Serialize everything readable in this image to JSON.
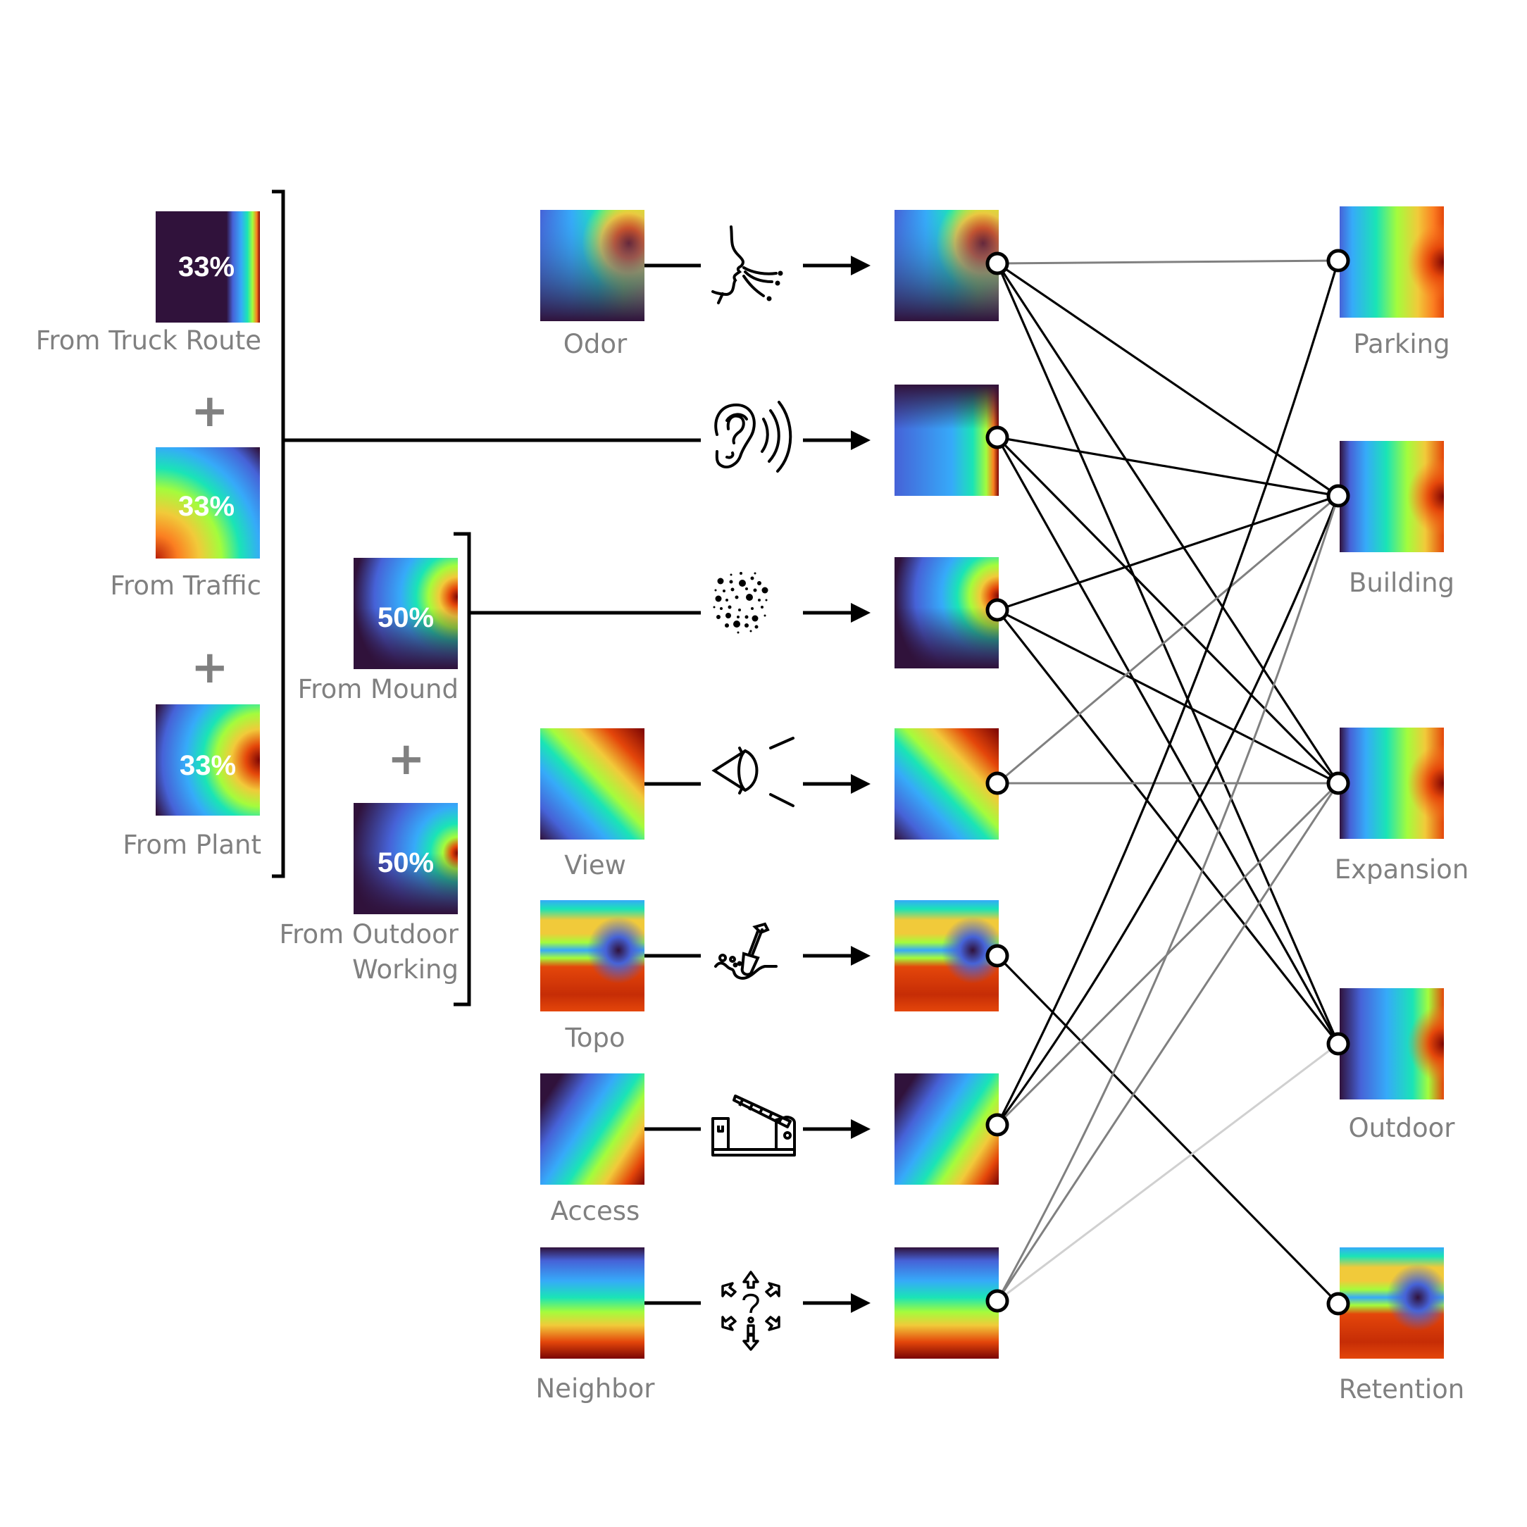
{
  "colors": {
    "line_dark": "#000000",
    "line_mid": "#808080",
    "line_light": "#d0d0d0",
    "label": "#808080"
  },
  "sources": {
    "noise_group": [
      {
        "id": "truck_route",
        "label": "From Truck Route",
        "weight": "33%",
        "map": "truck"
      },
      {
        "id": "traffic",
        "label": "From Traffic",
        "weight": "33%",
        "map": "traffic"
      },
      {
        "id": "plant",
        "label": "From Plant",
        "weight": "33%",
        "map": "plant"
      }
    ],
    "dust_group": [
      {
        "id": "mound",
        "label": "From Mound",
        "weight": "50%",
        "map": "mound"
      },
      {
        "id": "outdoor_working",
        "label": "From Outdoor Working",
        "label_lines": [
          "From Outdoor",
          "Working"
        ],
        "weight": "50%",
        "map": "outdoor_work"
      }
    ],
    "plus_sign": "+"
  },
  "factors": [
    {
      "id": "odor",
      "label": "Odor",
      "icon": "nose-smell-icon",
      "map": "odor",
      "has_input_map": true
    },
    {
      "id": "noise",
      "label": "",
      "icon": "ear-sound-icon",
      "map": "noise",
      "has_input_map": false
    },
    {
      "id": "dust",
      "label": "",
      "icon": "dust-particles-icon",
      "map": "dust",
      "has_input_map": false
    },
    {
      "id": "view",
      "label": "View",
      "icon": "eye-view-icon",
      "map": "view",
      "has_input_map": true
    },
    {
      "id": "topo",
      "label": "Topo",
      "icon": "shovel-dig-icon",
      "map": "topo",
      "has_input_map": true
    },
    {
      "id": "access",
      "label": "Access",
      "icon": "barrier-gate-icon",
      "map": "access",
      "has_input_map": true
    },
    {
      "id": "neighbor",
      "label": "Neighbor",
      "icon": "arrows-question-icon",
      "map": "neighbor",
      "has_input_map": true
    }
  ],
  "uses": [
    {
      "id": "parking",
      "label": "Parking",
      "map": "parking"
    },
    {
      "id": "building",
      "label": "Building",
      "map": "building"
    },
    {
      "id": "expansion",
      "label": "Expansion",
      "map": "expansion"
    },
    {
      "id": "outdoor",
      "label": "Outdoor",
      "map": "outdoor"
    },
    {
      "id": "retention",
      "label": "Retention",
      "map": "retention"
    }
  ],
  "edges": [
    {
      "from": "odor",
      "to": "parking",
      "tone": "mid"
    },
    {
      "from": "odor",
      "to": "building",
      "tone": "dark"
    },
    {
      "from": "odor",
      "to": "expansion",
      "tone": "dark"
    },
    {
      "from": "odor",
      "to": "outdoor",
      "tone": "dark"
    },
    {
      "from": "noise",
      "to": "building",
      "tone": "dark"
    },
    {
      "from": "noise",
      "to": "expansion",
      "tone": "dark"
    },
    {
      "from": "noise",
      "to": "outdoor",
      "tone": "dark"
    },
    {
      "from": "dust",
      "to": "building",
      "tone": "dark"
    },
    {
      "from": "dust",
      "to": "expansion",
      "tone": "dark"
    },
    {
      "from": "dust",
      "to": "outdoor",
      "tone": "dark"
    },
    {
      "from": "view",
      "to": "building",
      "tone": "mid"
    },
    {
      "from": "view",
      "to": "expansion",
      "tone": "mid"
    },
    {
      "from": "topo",
      "to": "retention",
      "tone": "dark"
    },
    {
      "from": "access",
      "to": "parking",
      "tone": "dark",
      "curved": true
    },
    {
      "from": "access",
      "to": "building",
      "tone": "dark",
      "curved": true
    },
    {
      "from": "access",
      "to": "expansion",
      "tone": "mid"
    },
    {
      "from": "neighbor",
      "to": "building",
      "tone": "mid",
      "curved": true
    },
    {
      "from": "neighbor",
      "to": "expansion",
      "tone": "mid"
    },
    {
      "from": "neighbor",
      "to": "outdoor",
      "tone": "light"
    }
  ]
}
